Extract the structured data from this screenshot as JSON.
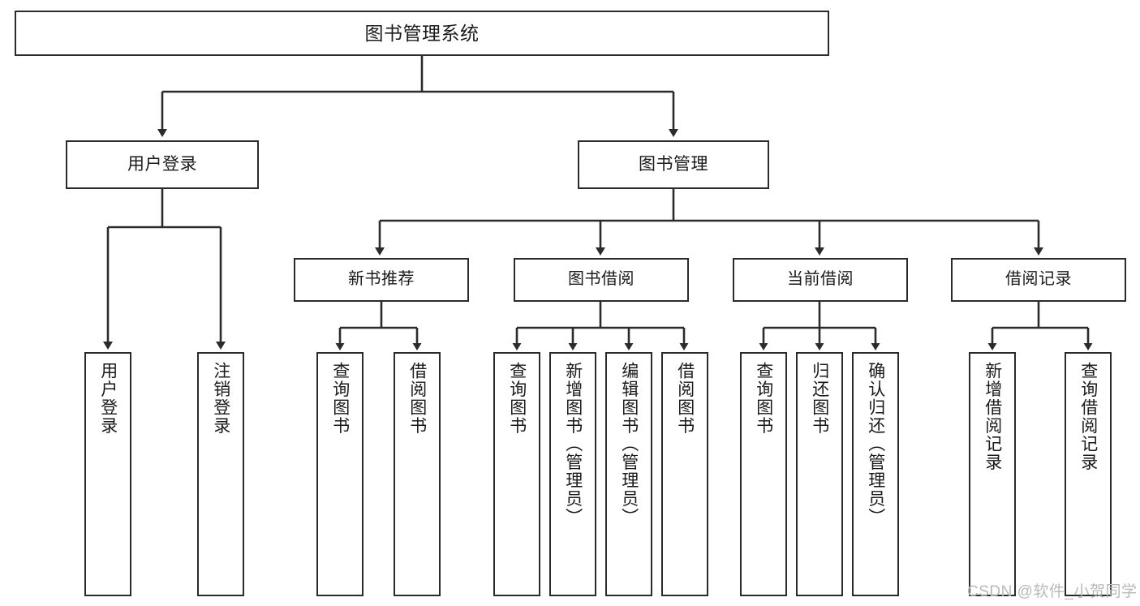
{
  "diagram": {
    "type": "tree",
    "title": "图书管理系统",
    "root": {
      "id": "root",
      "label": "图书管理系统"
    },
    "level1": [
      {
        "id": "user-login",
        "label": "用户登录"
      },
      {
        "id": "book-manage",
        "label": "图书管理"
      }
    ],
    "level2": [
      {
        "id": "new-book-recommend",
        "label": "新书推荐",
        "parent": "book-manage"
      },
      {
        "id": "book-borrow",
        "label": "图书借阅",
        "parent": "book-manage"
      },
      {
        "id": "current-borrow",
        "label": "当前借阅",
        "parent": "book-manage"
      },
      {
        "id": "borrow-record",
        "label": "借阅记录",
        "parent": "book-manage"
      }
    ],
    "leaves": [
      {
        "id": "leaf-user-login",
        "label": "用户登录",
        "parent": "user-login"
      },
      {
        "id": "leaf-logout",
        "label": "注销登录",
        "parent": "user-login"
      },
      {
        "id": "leaf-query-book-1",
        "label": "查询图书",
        "parent": "new-book-recommend"
      },
      {
        "id": "leaf-borrow-book-1",
        "label": "借阅图书",
        "parent": "new-book-recommend"
      },
      {
        "id": "leaf-query-book-2",
        "label": "查询图书",
        "parent": "book-borrow"
      },
      {
        "id": "leaf-add-book",
        "label": "新增图书（管理员）",
        "parent": "book-borrow"
      },
      {
        "id": "leaf-edit-book",
        "label": "编辑图书（管理员）",
        "parent": "book-borrow"
      },
      {
        "id": "leaf-borrow-book-2",
        "label": "借阅图书",
        "parent": "book-borrow"
      },
      {
        "id": "leaf-query-book-3",
        "label": "查询图书",
        "parent": "current-borrow"
      },
      {
        "id": "leaf-return-book",
        "label": "归还图书",
        "parent": "current-borrow"
      },
      {
        "id": "leaf-confirm-return",
        "label": "确认归还（管理员）",
        "parent": "current-borrow"
      },
      {
        "id": "leaf-add-record",
        "label": "新增借阅记录",
        "parent": "borrow-record"
      },
      {
        "id": "leaf-query-record",
        "label": "查询借阅记录",
        "parent": "borrow-record"
      }
    ],
    "colors": {
      "box_border": "#2b2b2b",
      "box_fill": "#ffffff",
      "connector": "#2b2b2b",
      "background": "#ffffff",
      "watermark": "#b9b9b9"
    }
  },
  "watermark": {
    "text": "CSDN @软件_小贺同学"
  }
}
